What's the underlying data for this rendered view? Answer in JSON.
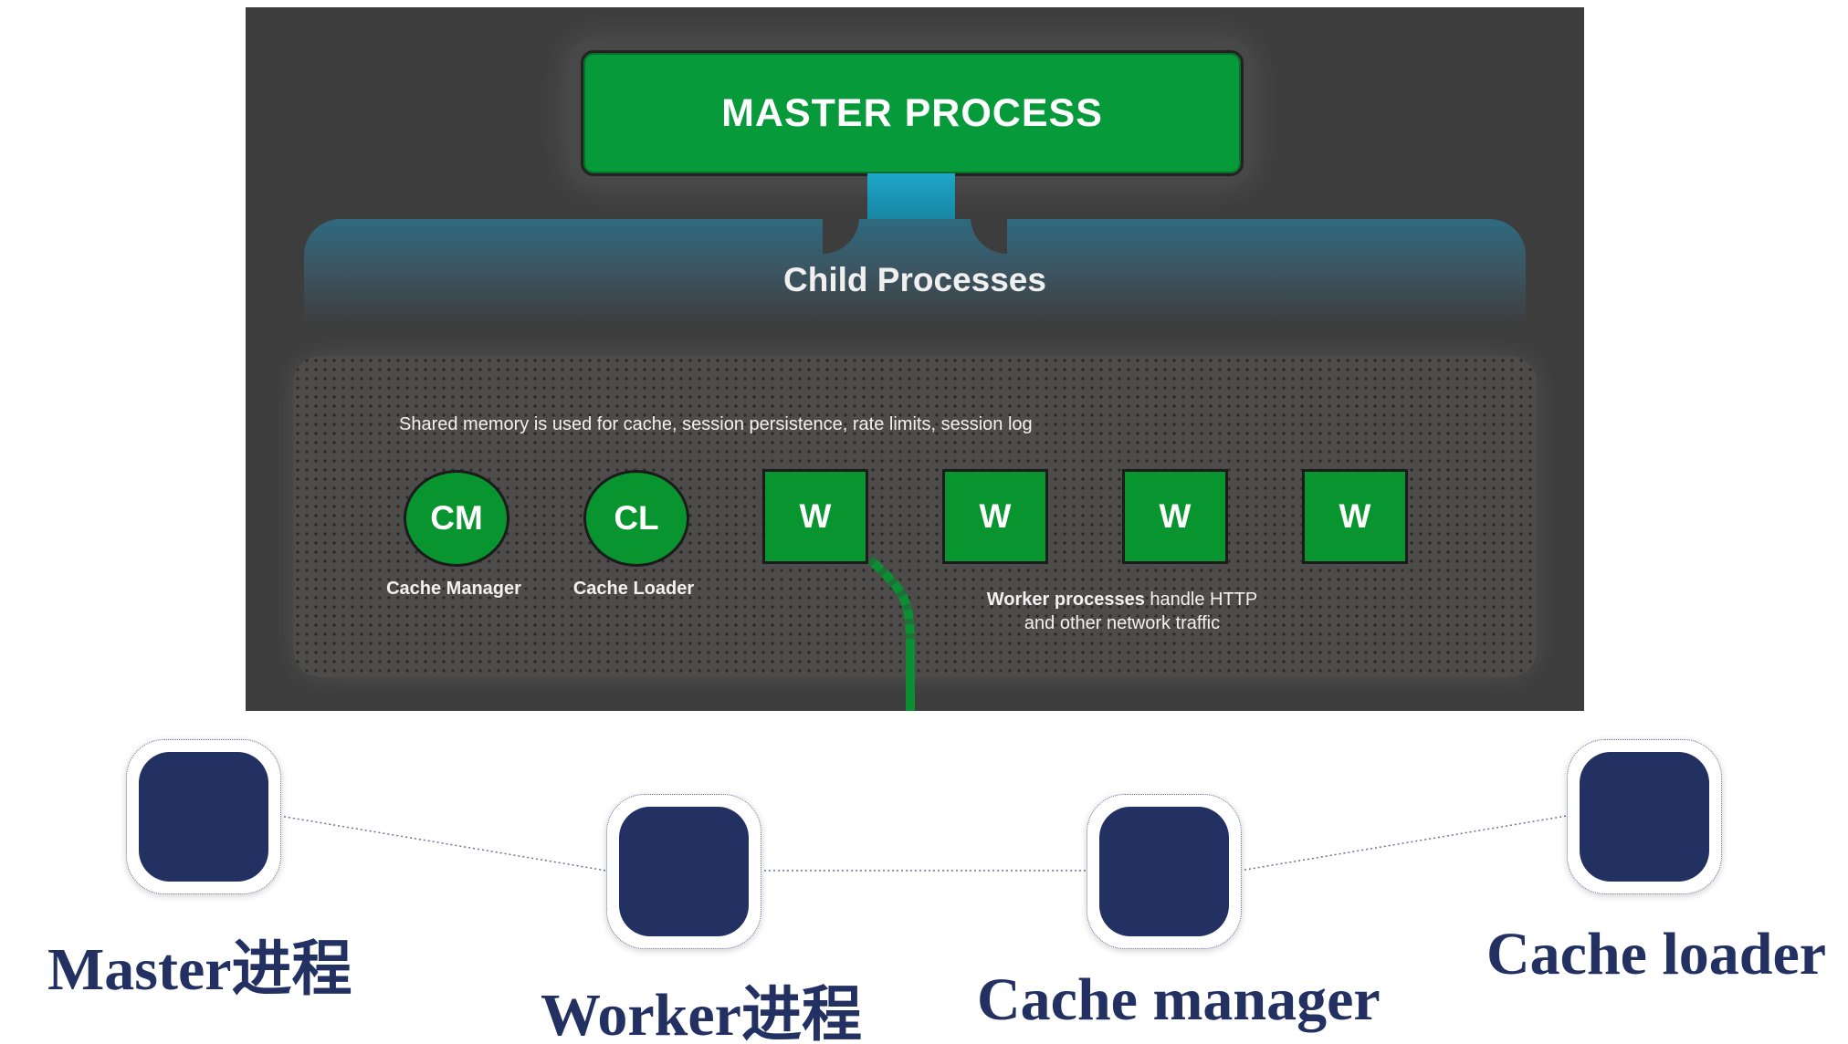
{
  "diagram": {
    "master_label": "MASTER PROCESS",
    "child_label": "Child Processes",
    "shared_memory_text": "Shared memory is used for cache, session persistence, rate limits, session log",
    "nodes": [
      {
        "label": "CM",
        "caption": "Cache Manager",
        "shape": "circle"
      },
      {
        "label": "CL",
        "caption": "Cache Loader",
        "shape": "circle"
      },
      {
        "label": "W",
        "shape": "square"
      },
      {
        "label": "W",
        "shape": "square"
      },
      {
        "label": "W",
        "shape": "square"
      },
      {
        "label": "W",
        "shape": "square"
      }
    ],
    "worker_caption_bold": "Worker processes",
    "worker_caption_line1_rest": " handle HTTP",
    "worker_caption_line2": "and other network traffic",
    "colors": {
      "panel_bg": "#3d3d3d",
      "node_green": "#08952f",
      "connector_blue": "#1ea7c9"
    }
  },
  "timeline": {
    "items": [
      {
        "label": "Master进程",
        "icon": "rounded-square-icon"
      },
      {
        "label": "Worker进程",
        "icon": "rounded-square-icon"
      },
      {
        "label": "Cache manager",
        "icon": "rounded-square-icon"
      },
      {
        "label": "Cache loader",
        "icon": "rounded-square-icon"
      }
    ],
    "colors": {
      "tile": "#233062",
      "text": "#233062"
    }
  }
}
